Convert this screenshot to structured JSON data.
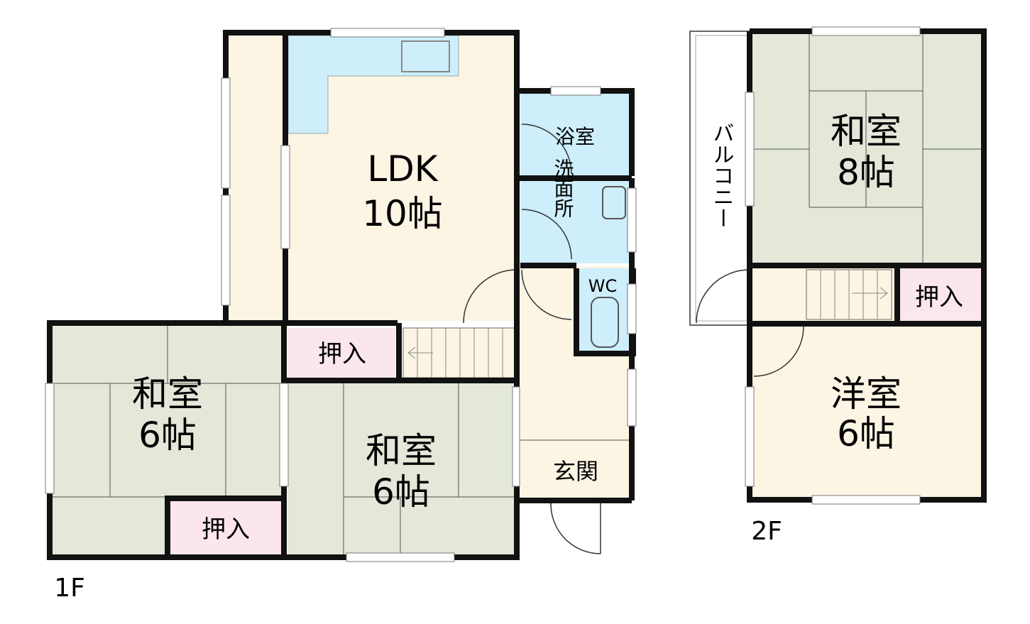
{
  "floor1": {
    "floor_label": "1F",
    "ldk": {
      "name": "LDK",
      "size": "10帖"
    },
    "bath": {
      "name": "浴室"
    },
    "washroom": {
      "name": "洗面所"
    },
    "toilet": {
      "name": "WC"
    },
    "entrance": {
      "name": "玄関"
    },
    "washitsu_left": {
      "name": "和室",
      "size": "6帖"
    },
    "washitsu_center": {
      "name": "和室",
      "size": "6帖"
    },
    "closet_left": {
      "name": "押入"
    },
    "closet_center": {
      "name": "押入"
    }
  },
  "floor2": {
    "floor_label": "2F",
    "balcony": {
      "name": "バルコニー"
    },
    "washitsu": {
      "name": "和室",
      "size": "8帖"
    },
    "youshitsu": {
      "name": "洋室",
      "size": "6帖"
    },
    "closet": {
      "name": "押入"
    }
  },
  "colors": {
    "wall": "#111111",
    "wood_floor": "#fdf5e4",
    "tatami": "#e3e8d8",
    "wet_area": "#cdeefa",
    "closet": "#fbe6ee",
    "window": "#ffffff"
  }
}
